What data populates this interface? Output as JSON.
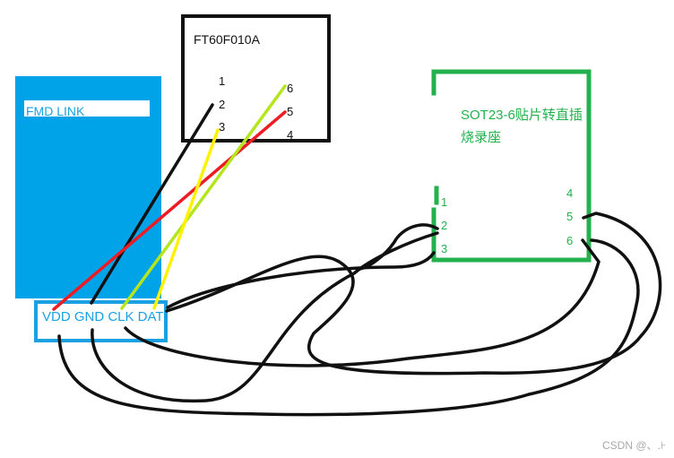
{
  "fmd_link": {
    "label": "FMD LINK",
    "pins_label": "VDD GND CLK DAT",
    "color": "#00a2e8"
  },
  "ft60": {
    "title": "FT60F010A",
    "pins": [
      "1",
      "2",
      "3",
      "6",
      "5",
      "4"
    ]
  },
  "socket": {
    "title_line1": "SOT23-6贴片转直插",
    "title_line2": "烧录座",
    "pins": [
      "1",
      "2",
      "3",
      "4",
      "5",
      "6"
    ],
    "color": "#22b14c"
  },
  "wires": {
    "vdd_color": "#ed1c24",
    "gnd_color": "#111111",
    "clk_color": "#b5e61d",
    "dat_color": "#fff200"
  },
  "watermark": "CSDN @、.⊦"
}
